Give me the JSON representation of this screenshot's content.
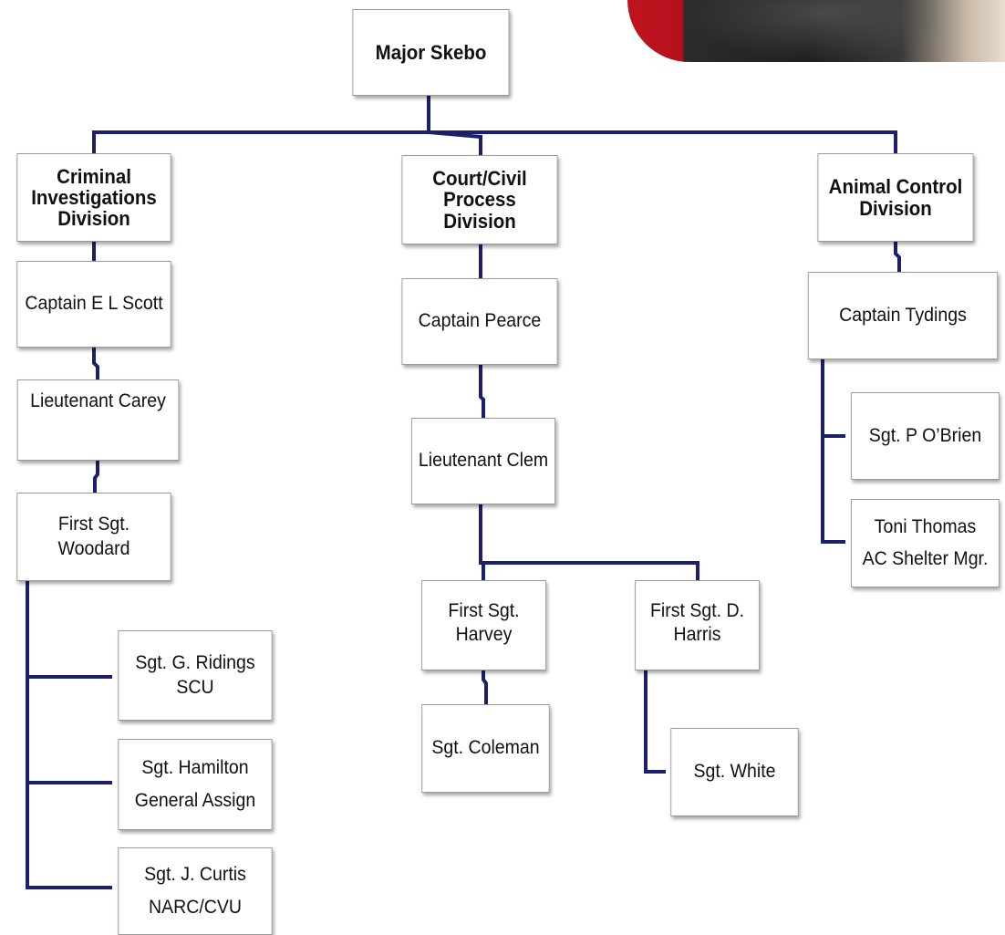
{
  "colors": {
    "connector": "#1c1f6b",
    "box_border": "#9a9a9a"
  },
  "photo": {
    "kind": "portrait-photo-cropped"
  },
  "head": {
    "title": "Major Skebo"
  },
  "divisions": {
    "criminal": {
      "title_lines": [
        "Criminal",
        "Investigations",
        "Division"
      ],
      "captain": "Captain E L Scott",
      "lieutenant": "Lieutenant Carey",
      "first_sgt_lines": [
        "First Sgt.",
        "Woodard"
      ],
      "sgt_ridings_lines": [
        "Sgt. G. Ridings",
        "SCU"
      ],
      "sgt_hamilton_lines": [
        "Sgt. Hamilton",
        "General Assign"
      ],
      "sgt_curtis_lines": [
        "Sgt. J. Curtis",
        "NARC/CVU"
      ]
    },
    "court": {
      "title_lines": [
        "Court/Civil",
        "Process Division"
      ],
      "captain": "Captain Pearce",
      "lieutenant": "Lieutenant Clem",
      "first_sgt_harvey_lines": [
        "First Sgt.",
        "Harvey"
      ],
      "first_sgt_harris_lines": [
        "First Sgt. D.",
        "Harris"
      ],
      "sgt_coleman": "Sgt.  Coleman",
      "sgt_white": "Sgt. White"
    },
    "animal": {
      "title_lines": [
        "Animal Control",
        "Division"
      ],
      "captain": "Captain Tydings",
      "sgt_obrien": "Sgt. P O’Brien",
      "shelter_lines": [
        "Toni Thomas",
        "AC Shelter Mgr."
      ]
    }
  }
}
